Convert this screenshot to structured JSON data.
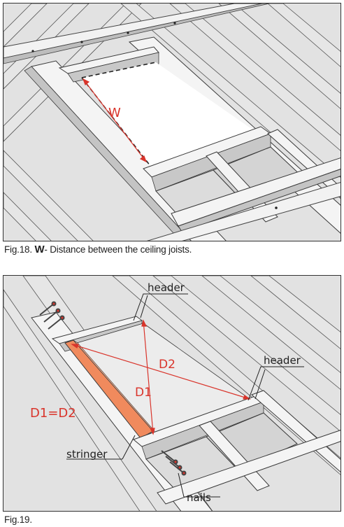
{
  "fig18": {
    "w_label": "W",
    "caption_bold": "W",
    "caption_text": "- Distance between the ceiling joists."
  },
  "fig19": {
    "header_top": "header",
    "header_right": "header",
    "d2": "D2",
    "d1": "D1",
    "d1_eq_d2": "D1=D2",
    "stringer": "stringer",
    "nails": "nails",
    "caption": "Fig.19."
  },
  "colors": {
    "background": "#e2e2e2",
    "joist_top": "#f4f4f4",
    "joist_side": "#c4c4c4",
    "outline": "#3a3a3a",
    "measure": "#d9342b",
    "stringer": "#f08a5d"
  }
}
